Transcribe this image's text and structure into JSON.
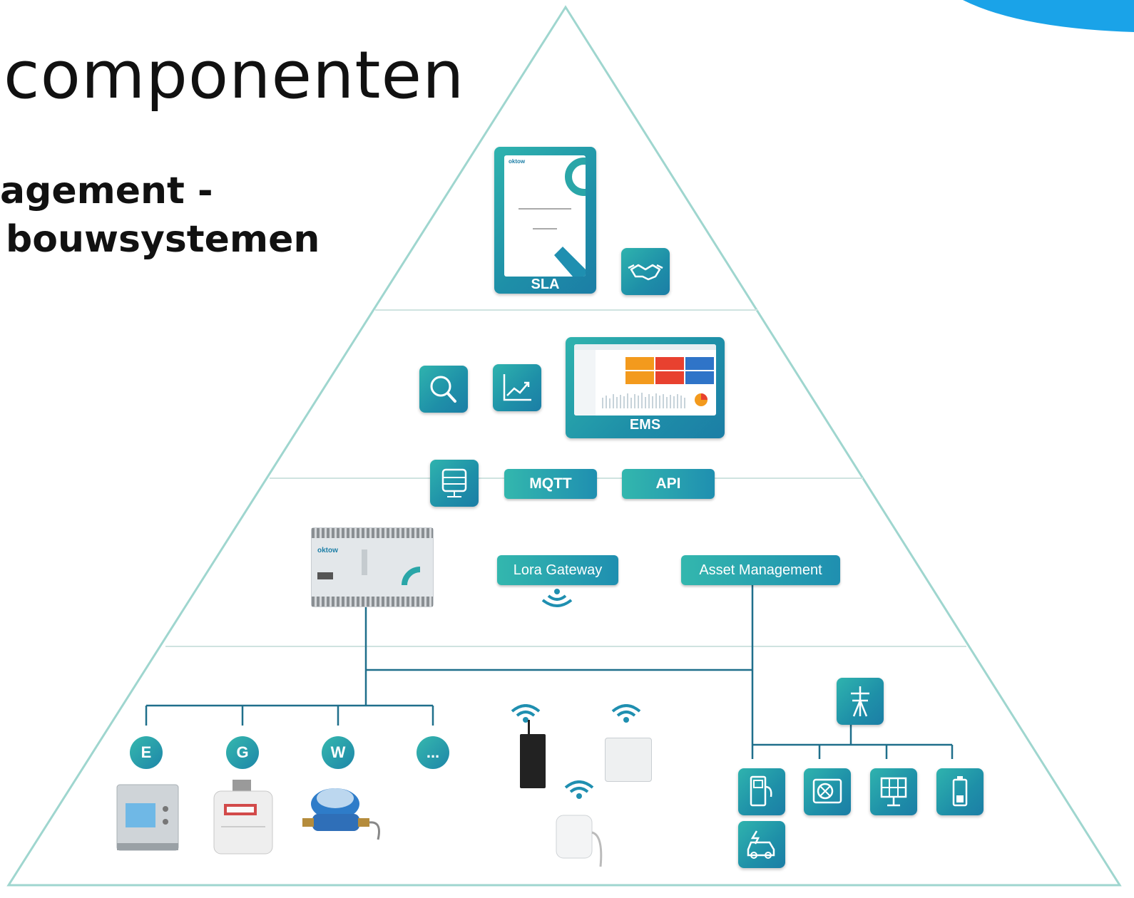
{
  "slide": {
    "title": "componenten",
    "subtitle_line1": "agement -",
    "subtitle_line2": "bouwsystemen"
  },
  "pyramid": {
    "sla_label": "SLA",
    "sla_doc_brand": "oktow",
    "ems_label": "EMS",
    "mqtt_label": "MQTT",
    "api_label": "API",
    "lora_label": "Lora Gateway",
    "asset_label": "Asset Management",
    "meters": [
      "E",
      "G",
      "W",
      "..."
    ],
    "controller_brand": "oktow"
  },
  "colors": {
    "teal": "#2fb3ae",
    "blue": "#1c7ea6",
    "line": "#1f6f8b",
    "pyramid_edge": "#9fd6cf",
    "corner_blob": "#1aa3e8"
  },
  "icons": [
    "handshake-icon",
    "search-icon",
    "chart-icon",
    "server-icon",
    "wifi-icon",
    "tower-icon",
    "ev-charger-icon",
    "fan-icon",
    "solar-panel-icon",
    "battery-icon",
    "ev-car-icon"
  ]
}
